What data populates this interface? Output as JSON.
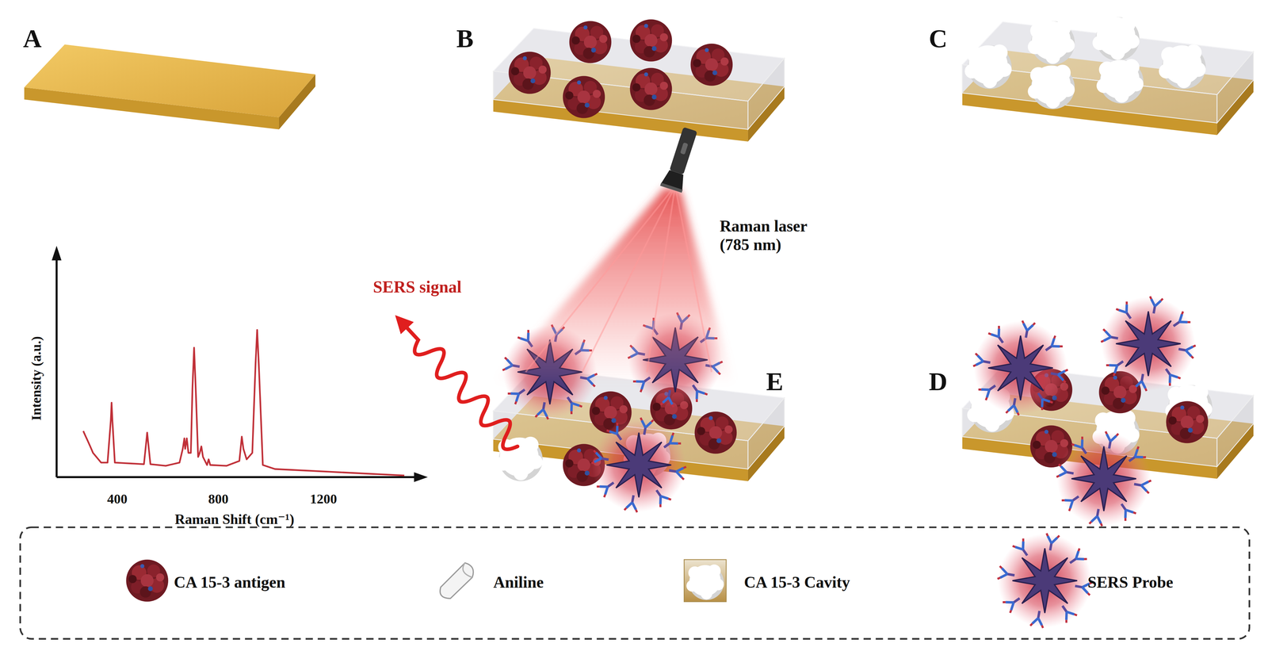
{
  "diagram": {
    "labels": [
      "A",
      "B",
      "C",
      "E",
      "D",
      "Raman laser (785 nm)",
      "SERS signal",
      "Intensity (a.u.)",
      "400",
      "800",
      "1200",
      "Raman Shift (cm⁻¹)"
    ],
    "legend": [
      {
        "text": "CA 15-3 antigen"
      },
      {
        "text": "Aniline"
      },
      {
        "text": "CA 15-3 Cavity"
      },
      {
        "text": "SERS Probe"
      }
    ]
  }
}
